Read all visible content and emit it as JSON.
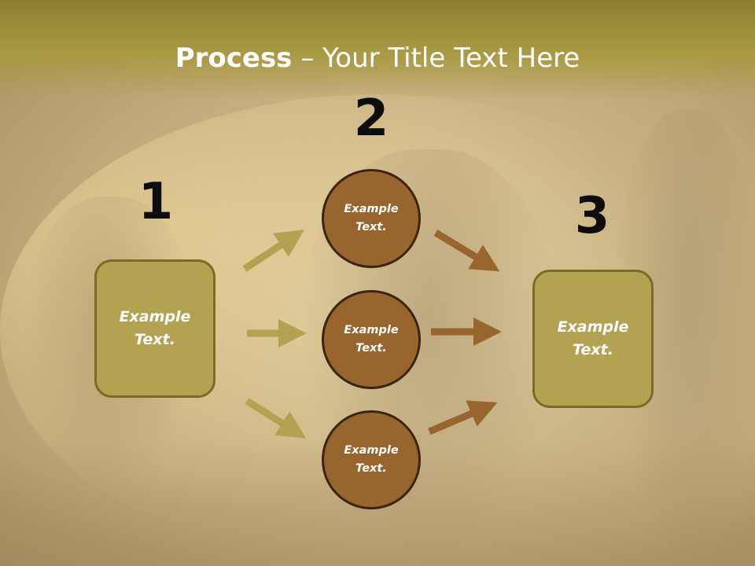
{
  "title": {
    "bold": "Process",
    "rest": " – Your Title Text Here"
  },
  "steps": {
    "one": "1",
    "two": "2",
    "three": "3"
  },
  "left_box": {
    "text": "Example Text."
  },
  "circles": [
    {
      "text": "Example Text."
    },
    {
      "text": "Example Text."
    },
    {
      "text": "Example Text."
    }
  ],
  "right_box": {
    "text": "Example Text."
  },
  "colors": {
    "title_band": "#a99a44",
    "box_fill": "#b3a252",
    "circle_fill": "#99652f",
    "arrow_left": "#b3a252",
    "arrow_right": "#99652f"
  }
}
